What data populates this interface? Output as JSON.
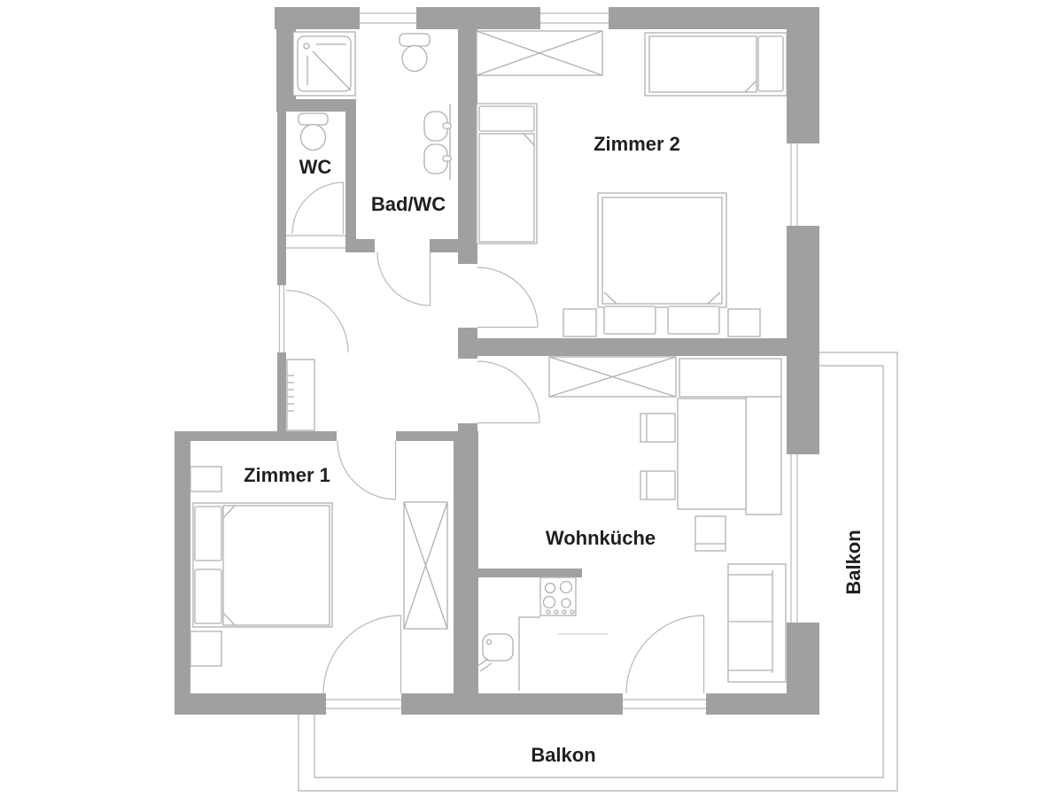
{
  "plan": {
    "type": "apartment-floor-plan",
    "rooms": {
      "wc": {
        "label": "WC"
      },
      "bad_wc": {
        "label": "Bad/WC"
      },
      "zimmer2": {
        "label": "Zimmer 2"
      },
      "zimmer1": {
        "label": "Zimmer 1"
      },
      "wohnkueche": {
        "label": "Wohnküche"
      },
      "balkon_right": {
        "label": "Balkon"
      },
      "balkon_bottom": {
        "label": "Balkon"
      }
    },
    "colors": {
      "wall": "#a0a0a0",
      "fixture_line": "#b0b0b0",
      "door_line": "#b8b8b8",
      "balcony_line": "#bdbdbd",
      "window_line": "#b8b8b8",
      "label": "#1f1f1f",
      "background": "#ffffff"
    }
  }
}
